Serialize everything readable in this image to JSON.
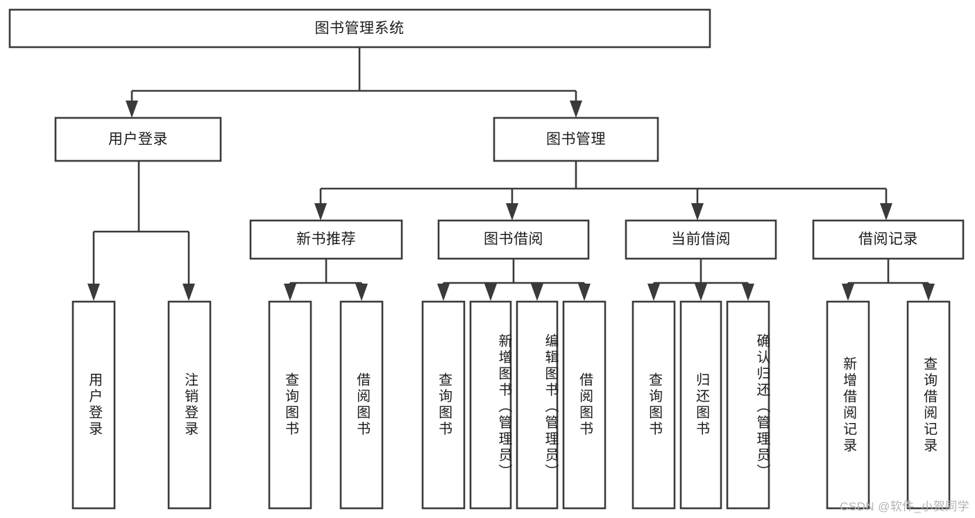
{
  "diagram": {
    "type": "tree-hierarchy-chart",
    "title": "图书管理系统",
    "orientation": "top-down",
    "colors": {
      "stroke": "#3a3a3a",
      "fill": "#ffffff",
      "text": "#1c1c1c",
      "watermark": "#b4b4b4",
      "background": "#ffffff"
    },
    "root": {
      "label": "图书管理系统"
    },
    "level2": [
      {
        "id": "user-login",
        "label": "用户登录"
      },
      {
        "id": "book-management",
        "label": "图书管理"
      }
    ],
    "level3": [
      {
        "id": "new-book-recommend",
        "label": "新书推荐"
      },
      {
        "id": "book-borrow",
        "label": "图书借阅"
      },
      {
        "id": "current-borrow",
        "label": "当前借阅"
      },
      {
        "id": "borrow-record",
        "label": "借阅记录"
      }
    ],
    "leaves": {
      "user_login": [
        {
          "id": "leaf-user-login",
          "label": "用户登录"
        },
        {
          "id": "leaf-logout-login",
          "label": "注销登录"
        }
      ],
      "new_book_recommend": [
        {
          "id": "leaf-query-book-1",
          "label": "查询图书"
        },
        {
          "id": "leaf-borrow-book-1",
          "label": "借阅图书"
        }
      ],
      "book_borrow": [
        {
          "id": "leaf-query-book-2",
          "label": "查询图书"
        },
        {
          "id": "leaf-add-book",
          "label": "新增图书（管理员）"
        },
        {
          "id": "leaf-edit-book",
          "label": "编辑图书（管理员）"
        },
        {
          "id": "leaf-borrow-book-2",
          "label": "借阅图书"
        }
      ],
      "current_borrow": [
        {
          "id": "leaf-query-book-3",
          "label": "查询图书"
        },
        {
          "id": "leaf-return-book",
          "label": "归还图书"
        },
        {
          "id": "leaf-confirm-return",
          "label": "确认归还（管理员）"
        }
      ],
      "borrow_record": [
        {
          "id": "leaf-add-record",
          "label": "新增借阅记录"
        },
        {
          "id": "leaf-query-record",
          "label": "查询借阅记录"
        }
      ]
    },
    "watermark": "CSDN @软件_小贺同学"
  }
}
